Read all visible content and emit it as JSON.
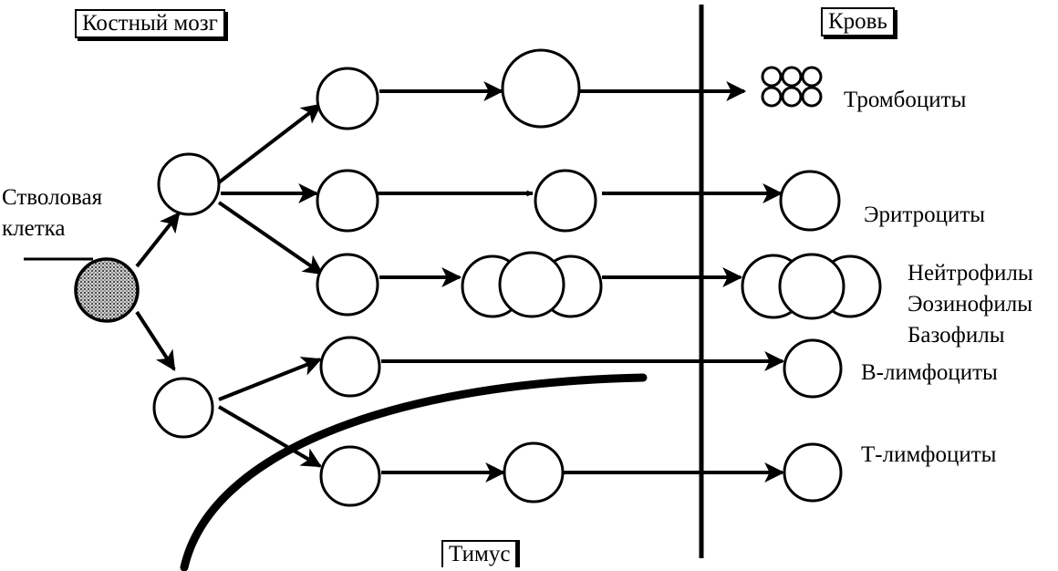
{
  "labels": {
    "bone_marrow": "Костный мозг",
    "blood": "Кровь",
    "thymus": "Тимус",
    "stem_cell_line1": "Стволовая",
    "stem_cell_line2": "клетка",
    "platelets": "Тромбоциты",
    "erythrocytes": "Эритроциты",
    "neutrophils": "Нейтрофилы",
    "eosinophils": "Эозинофилы",
    "basophils": "Базофилы",
    "b_lymphocytes": "В-лимфоциты",
    "t_lymphocytes": "Т-лимфоциты"
  },
  "colors": {
    "ink": "#000000",
    "background": "#ffffff",
    "stem_fill": "#9a9a9a"
  }
}
